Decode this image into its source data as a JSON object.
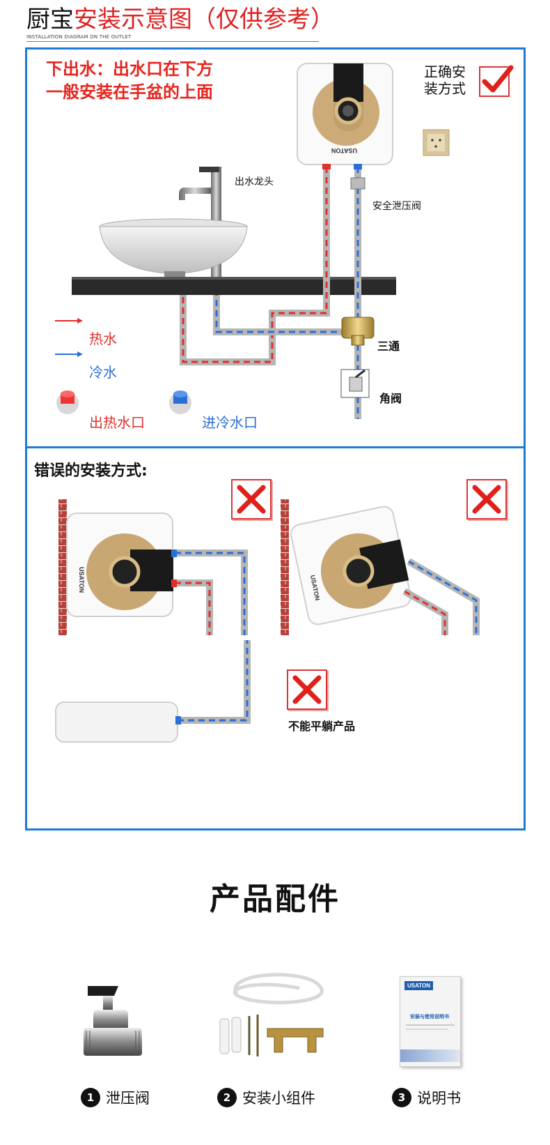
{
  "header": {
    "title_black": "厨宝",
    "title_red": "安装示意图（仅供参考）",
    "subtitle": "INSTALLATION DIAGRAM ON THE OUTLET"
  },
  "correct": {
    "line1": "下出水：出水口在下方",
    "line2": "一般安装在手盆的上面",
    "mark_line1": "正确安",
    "mark_line2": "装方式",
    "faucet": "出水龙头",
    "safety_valve": "安全泄压阀",
    "tee": "三通",
    "angle_valve": "角阀",
    "hot_water": "热水",
    "cold_water": "冷水",
    "hot_outlet": "出热水口",
    "cold_inlet": "进冷水口",
    "brand": "USATON"
  },
  "wrong": {
    "title": "错误的安装方式:",
    "flat_label": "不能平躺产品"
  },
  "accessories": {
    "title": "产品配件",
    "items": [
      {
        "num": "1",
        "label": "泄压阀"
      },
      {
        "num": "2",
        "label": "安装小组件"
      },
      {
        "num": "3",
        "label": "说明书"
      }
    ],
    "manual_brand": "USATON",
    "manual_title": "安装与使用说明书"
  },
  "colors": {
    "frame": "#1e7ad9",
    "red": "#e8231c",
    "hot": "#e0302a",
    "cold": "#2a6fd6",
    "gold": "#c9a772"
  }
}
